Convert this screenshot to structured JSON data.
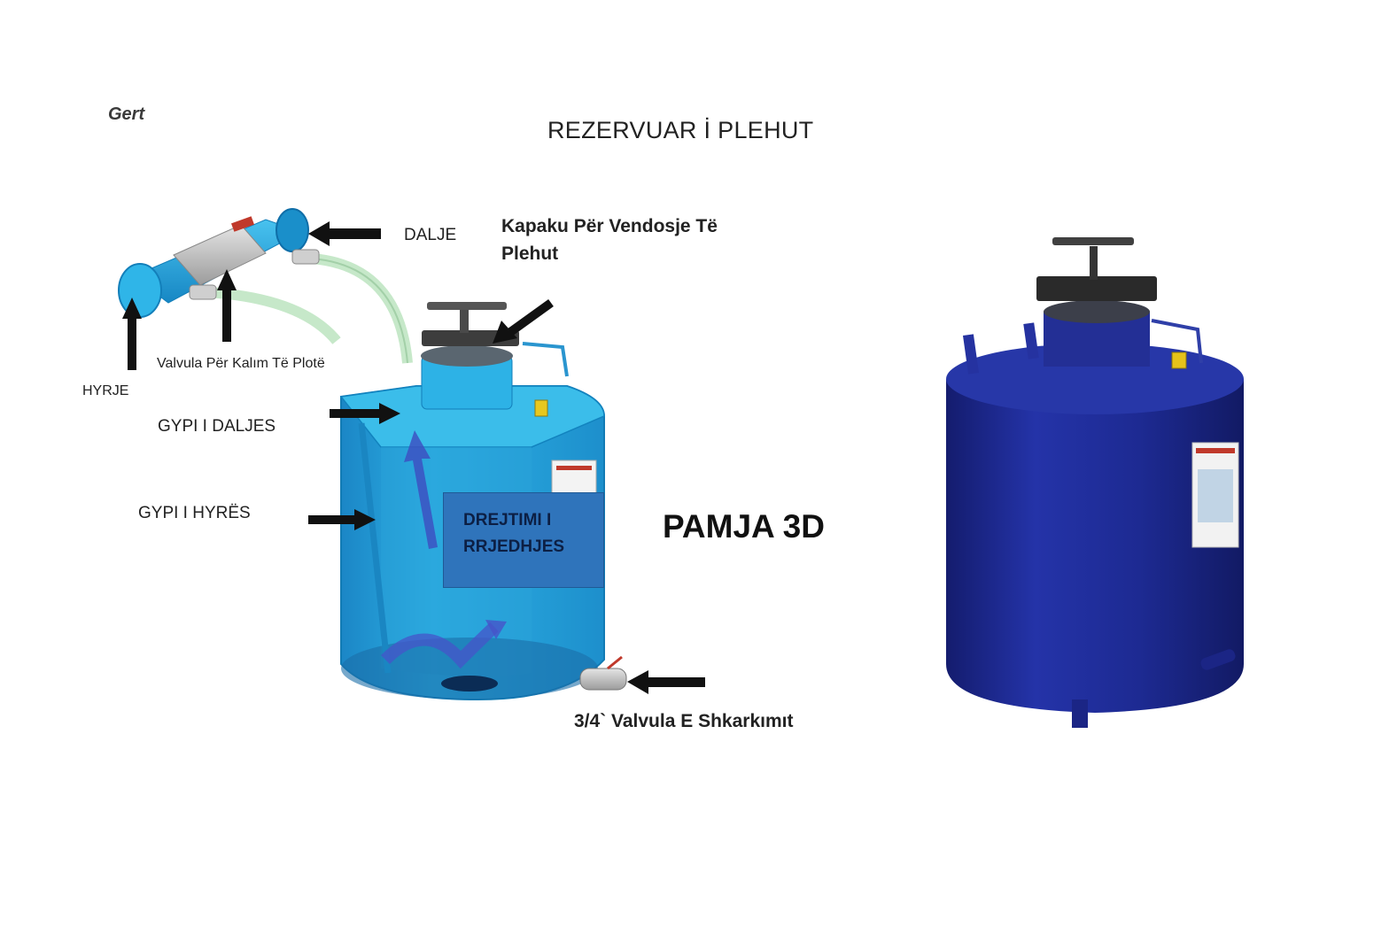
{
  "header": {
    "title": "REZERVUAR İ PLEHUT",
    "logo_text": "Gert"
  },
  "labels": {
    "dalje": "DALJE",
    "kapaku": "Kapaku Për Vendosje Të Plehut",
    "valvula_kalim": "Valvula Për Kalım Të Plotë",
    "hyrje": "HYRJE",
    "gypi_daljes": "GYPI I DALJES",
    "gypi_hyres": "GYPI I HYRËS",
    "drejtimi": "DREJTIMI I RRJEDHJES",
    "valvula_shkarkimit": "3/4` Valvula E Shkarkımıt",
    "pamja_3d": "PAMJA 3D"
  },
  "colors": {
    "cutaway_tank": "#27a6dc",
    "tank_3d": "#1e2a8c",
    "flow_box": "#2f74bb",
    "arrow": "#111111",
    "hose": "#bfe3c4"
  },
  "icons": [
    "arrow-right-icon",
    "arrow-left-icon",
    "arrow-up-icon",
    "flow-arrow-icon"
  ]
}
